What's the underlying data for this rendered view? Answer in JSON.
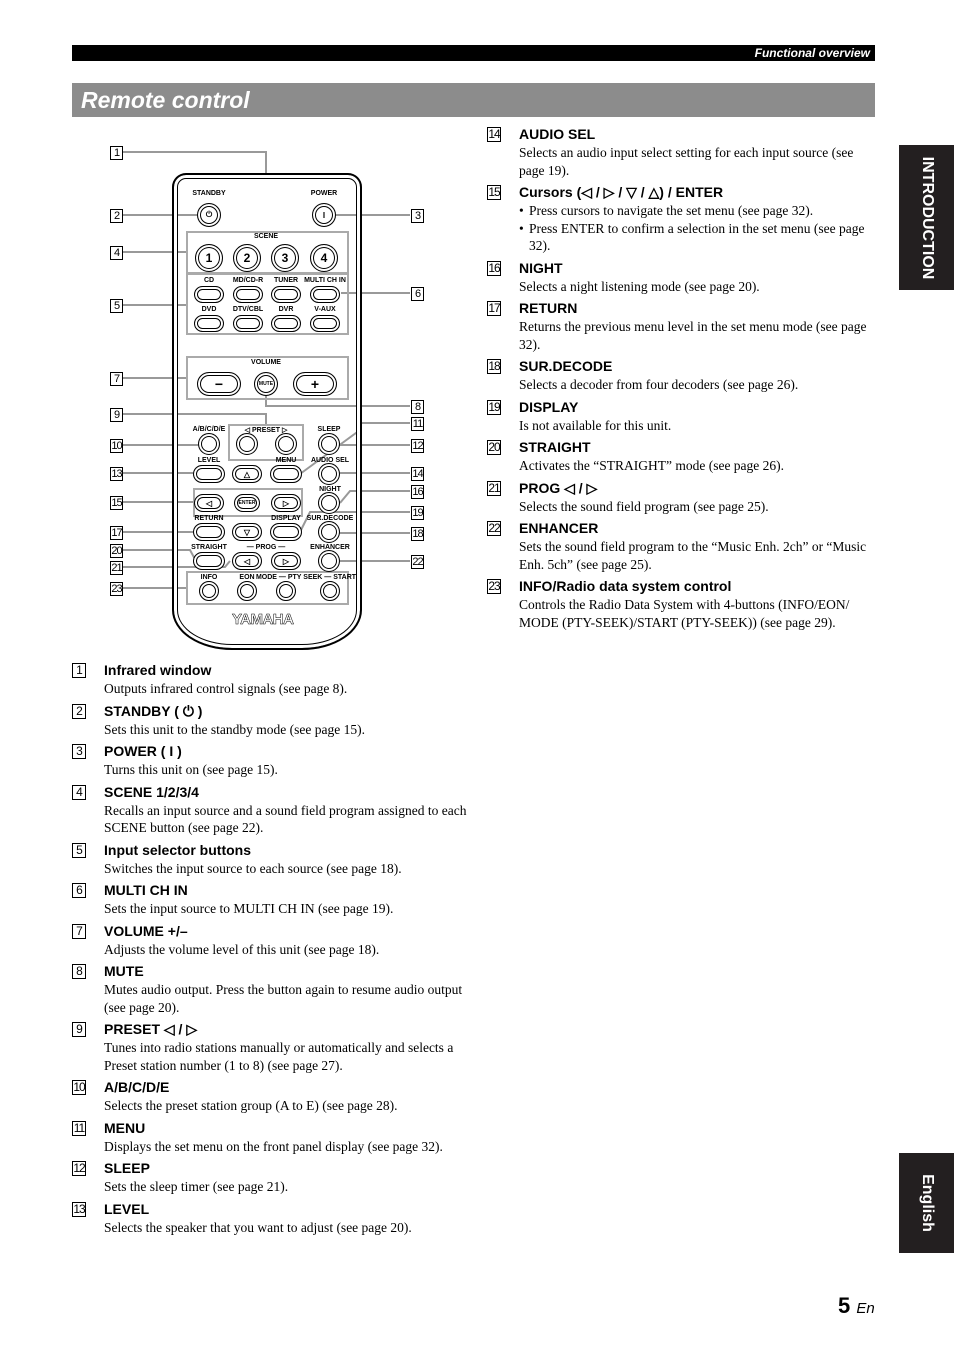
{
  "header": {
    "section": "Functional overview",
    "title": "Remote control"
  },
  "side_tabs": {
    "top": "INTRODUCTION",
    "bottom": "English"
  },
  "page": {
    "number": "5",
    "lang": "En"
  },
  "remote": {
    "labels": {
      "standby": "STANDBY",
      "power": "POWER",
      "scene": "SCENE",
      "scene1": "1",
      "scene2": "2",
      "scene3": "3",
      "scene4": "4",
      "cd": "CD",
      "mdcdr": "MD/CD-R",
      "tuner": "TUNER",
      "multich": "MULTI CH IN",
      "dvd": "DVD",
      "dtvcbl": "DTV/CBL",
      "dvr": "DVR",
      "vaux": "V-AUX",
      "volume": "VOLUME",
      "minus": "−",
      "mute": "MUTE",
      "plus": "+",
      "abcde": "A/B/C/D/E",
      "preset": "◁  PRESET  ▷",
      "sleep": "SLEEP",
      "level": "LEVEL",
      "menu": "MENU",
      "audiosel": "AUDIO SEL",
      "night": "NIGHT",
      "enter": "ENTER",
      "return": "RETURN",
      "display": "DISPLAY",
      "surdecode": "SUR.DECODE",
      "straight": "STRAIGHT",
      "prog": "— PROG —",
      "enhancer": "ENHANCER",
      "info": "INFO",
      "eon": "EON",
      "mode": "MODE — PTY SEEK — START",
      "brand": "YAMAHA"
    },
    "icons": {
      "standby": "⏻",
      "power": "I",
      "up": "△",
      "down": "▽",
      "left": "◁",
      "right": "▷"
    }
  },
  "items": [
    {
      "n": "1",
      "title": "Infrared window",
      "desc": "Outputs infrared control signals (see page 8)."
    },
    {
      "n": "2",
      "title": "STANDBY ( ⏻ )",
      "desc": "Sets this unit to the standby mode (see page 15)."
    },
    {
      "n": "3",
      "title": "POWER ( I )",
      "desc": "Turns this unit on (see page 15)."
    },
    {
      "n": "4",
      "title": "SCENE 1/2/3/4",
      "desc": "Recalls an input source and a sound field program assigned to each SCENE button (see page 22)."
    },
    {
      "n": "5",
      "title": "Input selector buttons",
      "desc": "Switches the input source to each source (see page 18)."
    },
    {
      "n": "6",
      "title": "MULTI CH IN",
      "desc": "Sets the input source to MULTI CH IN (see page 19)."
    },
    {
      "n": "7",
      "title": "VOLUME +/–",
      "desc": "Adjusts the volume level of this unit (see page 18)."
    },
    {
      "n": "8",
      "title": "MUTE",
      "desc": "Mutes audio output. Press the button again to resume audio output (see page 20)."
    },
    {
      "n": "9",
      "title": "PRESET ◁ / ▷",
      "desc": "Tunes into radio stations manually or automatically and selects a Preset station number (1 to 8) (see page 27)."
    },
    {
      "n": "10",
      "title": "A/B/C/D/E",
      "desc": "Selects the preset station group (A to E) (see page 28)."
    },
    {
      "n": "11",
      "title": "MENU",
      "desc": "Displays the set menu on the front panel display (see page 32)."
    },
    {
      "n": "12",
      "title": "SLEEP",
      "desc": "Sets the sleep timer (see page 21)."
    },
    {
      "n": "13",
      "title": "LEVEL",
      "desc": "Selects the speaker that you want to adjust (see page 20)."
    },
    {
      "n": "14",
      "title": "AUDIO SEL",
      "desc": "Selects an audio input select setting for each input source (see page 19)."
    },
    {
      "n": "15",
      "title": "Cursors (◁ / ▷ / ▽ / △) / ENTER",
      "bullets": [
        "Press cursors to navigate the set menu (see page 32).",
        "Press ENTER to confirm a selection in the set menu (see page 32)."
      ]
    },
    {
      "n": "16",
      "title": "NIGHT",
      "desc": "Selects a night listening mode (see page 20)."
    },
    {
      "n": "17",
      "title": "RETURN",
      "desc": "Returns the previous menu level in the set menu mode (see page 32)."
    },
    {
      "n": "18",
      "title": "SUR.DECODE",
      "desc": "Selects a decoder from four decoders (see page 26)."
    },
    {
      "n": "19",
      "title": "DISPLAY",
      "desc": "Is not available for this unit."
    },
    {
      "n": "20",
      "title": "STRAIGHT",
      "desc": "Activates the “STRAIGHT” mode (see page 26)."
    },
    {
      "n": "21",
      "title": "PROG ◁ / ▷",
      "desc": "Selects the sound field program (see page 25)."
    },
    {
      "n": "22",
      "title": "ENHANCER",
      "desc": "Sets the sound field program to the “Music Enh. 2ch” or “Music Enh. 5ch” (see page 25)."
    },
    {
      "n": "23",
      "title": "INFO/Radio data system control",
      "desc": "Controls the Radio Data System with 4-buttons (INFO/EON/ MODE (PTY-SEEK)/START (PTY-SEEK)) (see page 29)."
    }
  ]
}
